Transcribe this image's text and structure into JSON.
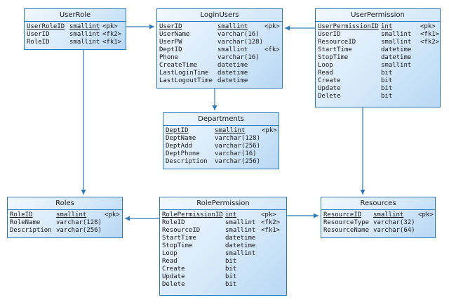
{
  "entities": [
    {
      "id": "UserRole",
      "title": "UserRole",
      "columns": [
        {
          "name": "UserRoleID",
          "type": "smallint",
          "key": "<pk>",
          "pk": true
        },
        {
          "name": "UserID",
          "type": "smallint",
          "key": "<fk2>"
        },
        {
          "name": "RoleID",
          "type": "smallint",
          "key": "<fk1>"
        }
      ]
    },
    {
      "id": "LoginUsers",
      "title": "LoginUsers",
      "columns": [
        {
          "name": "UserID",
          "type": "smallint",
          "key": "<pk>",
          "pk": true
        },
        {
          "name": "UserName",
          "type": "varchar(16)",
          "key": ""
        },
        {
          "name": "UserPW",
          "type": "varchar(128)",
          "key": ""
        },
        {
          "name": "DeptID",
          "type": "smallint",
          "key": "<fk>"
        },
        {
          "name": "Phone",
          "type": "varchar(16)",
          "key": ""
        },
        {
          "name": "CreateTime",
          "type": "datetime",
          "key": ""
        },
        {
          "name": "LastLoginTime",
          "type": "datetime",
          "key": ""
        },
        {
          "name": "LastLogoutTime",
          "type": "datetime",
          "key": ""
        }
      ]
    },
    {
      "id": "UserPermission",
      "title": "UserPermission",
      "columns": [
        {
          "name": "UserPermissionID",
          "type": "int",
          "key": "<pk>",
          "pk": true
        },
        {
          "name": "UserID",
          "type": "smallint",
          "key": "<fk1>"
        },
        {
          "name": "ResourceID",
          "type": "smallint",
          "key": "<fk2>"
        },
        {
          "name": "StartTime",
          "type": "datetime",
          "key": ""
        },
        {
          "name": "StopTime",
          "type": "datetime",
          "key": ""
        },
        {
          "name": "Loop",
          "type": "smallint",
          "key": ""
        },
        {
          "name": "Read",
          "type": "bit",
          "key": ""
        },
        {
          "name": "Create",
          "type": "bit",
          "key": ""
        },
        {
          "name": "Update",
          "type": "bit",
          "key": ""
        },
        {
          "name": "Delete",
          "type": "bit",
          "key": ""
        }
      ]
    },
    {
      "id": "Departments",
      "title": "Departments",
      "columns": [
        {
          "name": "DeptID",
          "type": "smallint",
          "key": "<pk>",
          "pk": true
        },
        {
          "name": "DeptName",
          "type": "varchar(128)",
          "key": ""
        },
        {
          "name": "DeptAdd",
          "type": "varchar(256)",
          "key": ""
        },
        {
          "name": "DeptPhone",
          "type": "varchar(16)",
          "key": ""
        },
        {
          "name": "Description",
          "type": "varchar(256)",
          "key": ""
        }
      ]
    },
    {
      "id": "Roles",
      "title": "Roles",
      "columns": [
        {
          "name": "RoleID",
          "type": "smallint",
          "key": "<pk>",
          "pk": true
        },
        {
          "name": "RoleName",
          "type": "varchar(128)",
          "key": ""
        },
        {
          "name": "Description",
          "type": "varchar(256)",
          "key": ""
        }
      ]
    },
    {
      "id": "RolePermission",
      "title": "RolePermission",
      "columns": [
        {
          "name": "RolePermissionID",
          "type": "int",
          "key": "<pk>",
          "pk": true
        },
        {
          "name": "RoleID",
          "type": "smallint",
          "key": "<fk2>"
        },
        {
          "name": "ResourceID",
          "type": "smallint",
          "key": "<fk1>"
        },
        {
          "name": "StartTime",
          "type": "datetime",
          "key": ""
        },
        {
          "name": "StopTime",
          "type": "datetime",
          "key": ""
        },
        {
          "name": "Loop",
          "type": "smallint",
          "key": ""
        },
        {
          "name": "Read",
          "type": "bit",
          "key": ""
        },
        {
          "name": "Create",
          "type": "bit",
          "key": ""
        },
        {
          "name": "Update",
          "type": "bit",
          "key": ""
        },
        {
          "name": "Delete",
          "type": "bit",
          "key": ""
        }
      ]
    },
    {
      "id": "Resources",
      "title": "Resources",
      "columns": [
        {
          "name": "ResourceID",
          "type": "smallint",
          "key": "<pk>",
          "pk": true
        },
        {
          "name": "ResourceType",
          "type": "varchar(32)",
          "key": ""
        },
        {
          "name": "ResourceName",
          "type": "varchar(64)",
          "key": ""
        }
      ]
    }
  ],
  "relationships": [
    {
      "from": "UserRole",
      "to": "LoginUsers"
    },
    {
      "from": "UserRole",
      "to": "Roles"
    },
    {
      "from": "UserPermission",
      "to": "LoginUsers"
    },
    {
      "from": "LoginUsers",
      "to": "Departments"
    },
    {
      "from": "UserPermission",
      "to": "Resources"
    },
    {
      "from": "RolePermission",
      "to": "Roles"
    },
    {
      "from": "RolePermission",
      "to": "Resources"
    }
  ]
}
